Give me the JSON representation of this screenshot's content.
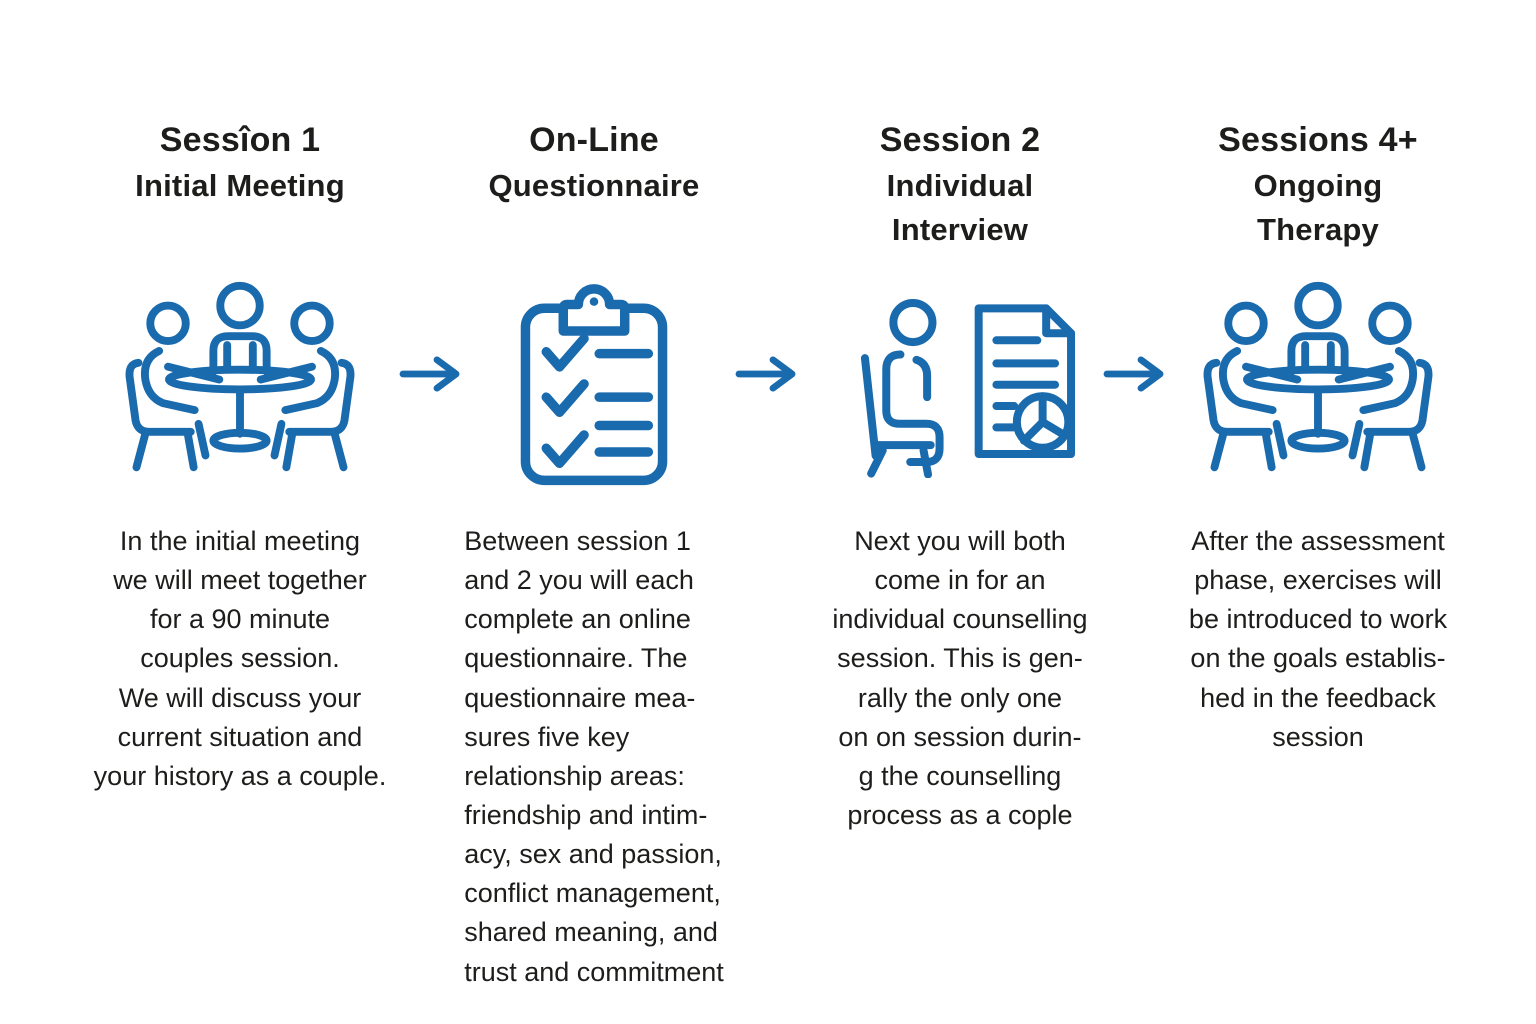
{
  "palette": {
    "accent": "#1a6aae",
    "text": "#1d1d1b",
    "background": "#ffffff"
  },
  "steps": [
    {
      "title": "Sessîon 1",
      "subtitle": "Initial Meeting",
      "icon": "couples-meeting-table-icon",
      "description": "In the initial meeting\nwe will meet together\nfor a 90 minute\ncouples session.\nWe will discuss your\ncurrent situation and\nyour history as a couple."
    },
    {
      "title": "On-Line",
      "subtitle": "Questionnaire",
      "icon": "questionnaire-clipboard-icon",
      "description": "Between session 1\nand 2 you will each\ncomplete an online\nquestionnaire. The\nquestionnaire mea-\nsures five key\nrelationship areas:\nfriendship and intim-\nacy, sex and passion,\nconflict management,\nshared meaning, and\ntrust and commitment"
    },
    {
      "title": "Session 2",
      "subtitle": "Individual\nInterview",
      "icon": "individual-interview-report-icon",
      "description": "Next you will both\ncome in for an\nindividual counselling\nsession. This is gen-\nrally the only one\non on session durin-\ng the counselling\nprocess as a cople"
    },
    {
      "title": "Sessions 4+",
      "subtitle": "Ongoing\nTherapy",
      "icon": "ongoing-therapy-table-icon",
      "description": "After the assessment\nphase, exercises will\nbe introduced to work\non the goals establis-\nhed in the feedback\nsession"
    }
  ],
  "arrows": [
    {
      "icon": "right-arrow-icon"
    },
    {
      "icon": "right-arrow-icon"
    },
    {
      "icon": "right-arrow-icon"
    }
  ]
}
